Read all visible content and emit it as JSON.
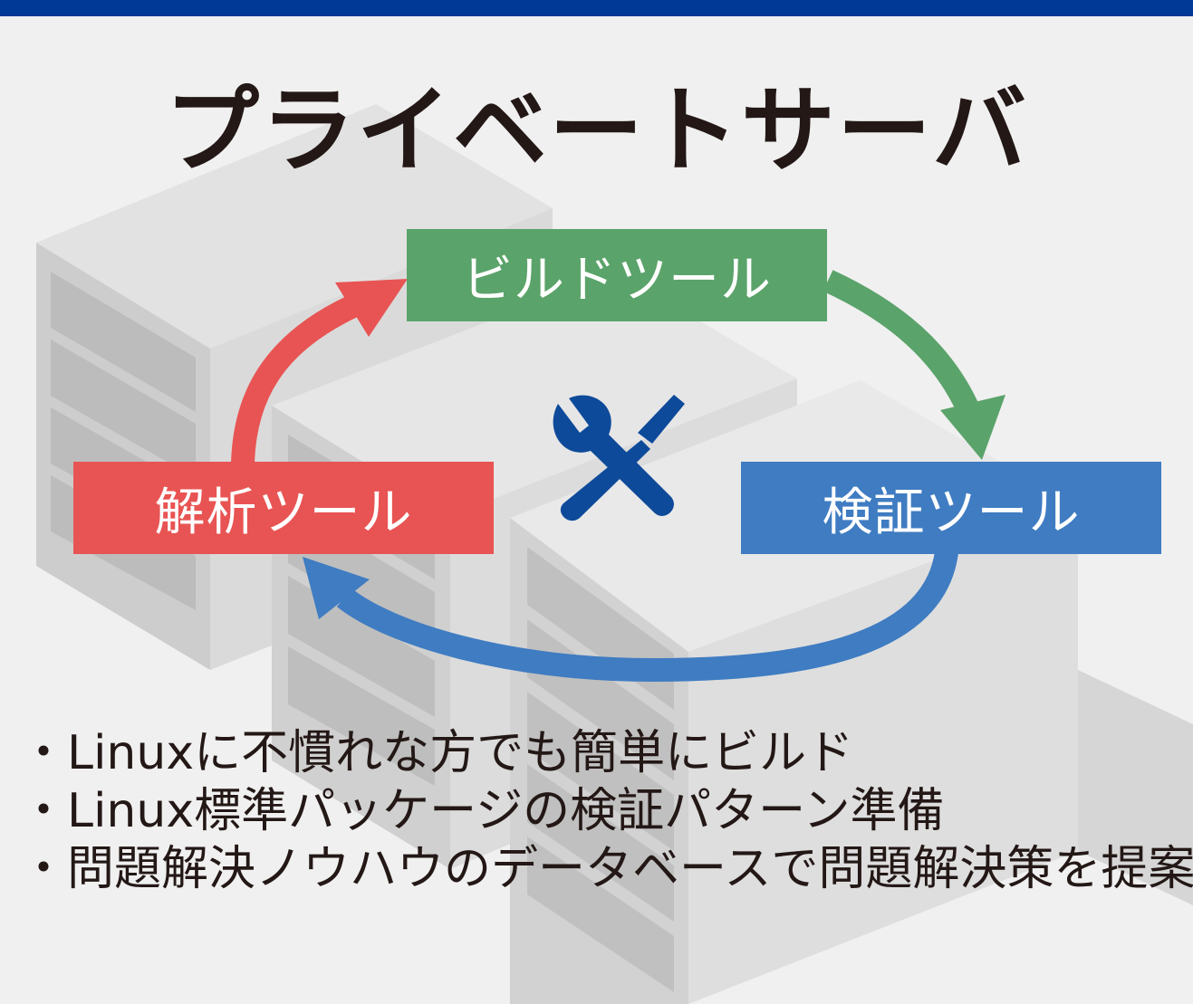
{
  "title": "プライベートサーバ",
  "tools": {
    "build": {
      "label": "ビルドツール",
      "color": "#5aa36a"
    },
    "analysis": {
      "label": "解析ツール",
      "color": "#e85453"
    },
    "verify": {
      "label": "検証ツール",
      "color": "#3f7cc2"
    }
  },
  "center_icon": "wrench-screwdriver-icon",
  "bullets": [
    "・Linuxに不慣れな方でも簡単にビルド",
    "・Linux標準パッケージの検証パターン準備",
    "・問題解決ノウハウのデータベースで問題解決策を提案"
  ],
  "colors": {
    "top_bar": "#003a96",
    "title_text": "#231816",
    "icon": "#0e4a9a"
  }
}
